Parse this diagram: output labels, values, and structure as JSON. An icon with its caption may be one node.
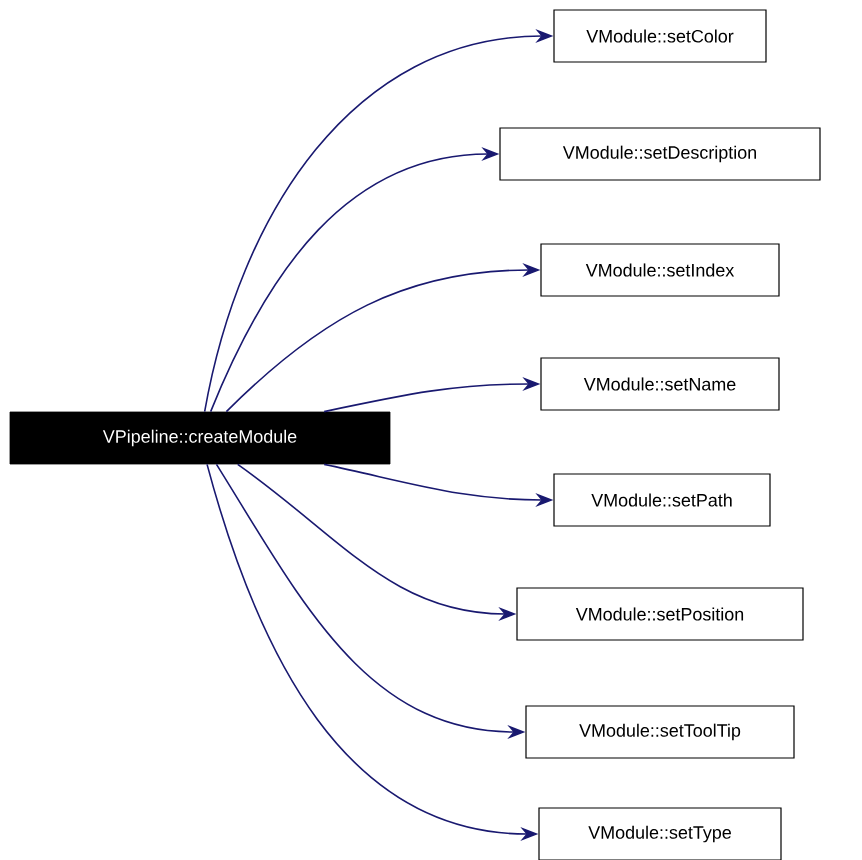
{
  "diagram": {
    "nodes": [
      {
        "text": [
          "VPipeline::createModule"
        ]
      },
      {
        "text": [
          "VModule::setColor"
        ]
      },
      {
        "text": [
          "VModule::setDescription"
        ]
      },
      {
        "text": [
          "VModule::setIndex"
        ]
      },
      {
        "text": [
          "VModule::setName"
        ]
      },
      {
        "text": [
          "VModule::setPath"
        ]
      },
      {
        "text": [
          "VModule::setPosition"
        ]
      },
      {
        "text": [
          "VModule::setToolTip"
        ]
      },
      {
        "text": [
          "VModule::setType"
        ]
      }
    ],
    "edges": [
      {
        "from": 0,
        "to": 1,
        "arrow": "to"
      },
      {
        "from": 0,
        "to": 2,
        "arrow": "to"
      },
      {
        "from": 0,
        "to": 3,
        "arrow": "to"
      },
      {
        "from": 0,
        "to": 4,
        "arrow": "to"
      },
      {
        "from": 0,
        "to": 5,
        "arrow": "to"
      },
      {
        "from": 0,
        "to": 6,
        "arrow": "to"
      },
      {
        "from": 0,
        "to": 7,
        "arrow": "to"
      },
      {
        "from": 0,
        "to": 8,
        "arrow": "to"
      }
    ]
  }
}
